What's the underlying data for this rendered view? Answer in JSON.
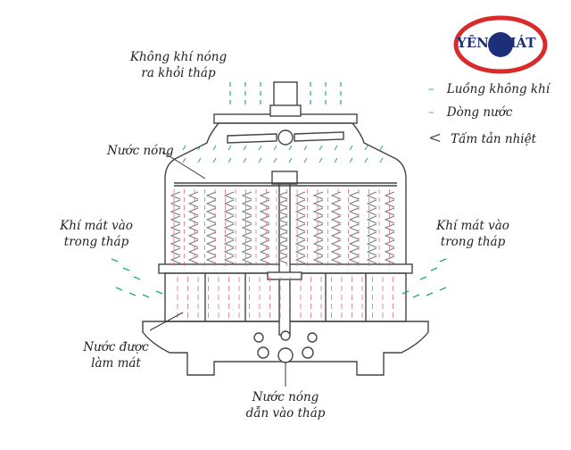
{
  "logo": {
    "text": "YÊN PHÁT",
    "colors": {
      "ring": "#d92b2b",
      "text": "#1c2f78",
      "center": "#1c2f78"
    }
  },
  "labels": {
    "hot_air_line1": "Không khí nóng",
    "hot_air_line2": "ra khỏi tháp",
    "hot_water": "Nước nóng",
    "cool_air_left_line1": "Khí mát vào",
    "cool_air_left_line2": "trong tháp",
    "cool_air_right_line1": "Khí mát vào",
    "cool_air_right_line2": "trong tháp",
    "cooled_water_line1": "Nước được",
    "cooled_water_line2": "làm mát",
    "hot_water_in_line1": "Nước nóng",
    "hot_water_in_line2": "dẫn vào tháp"
  },
  "legend": [
    {
      "symbol": "–",
      "label": "Luồng không khí",
      "color": "#2aa876",
      "icon": "green-dash-icon"
    },
    {
      "symbol": "–",
      "label": "Dòng nước",
      "color": "#e0707a",
      "icon": "red-dash-icon"
    },
    {
      "symbol": "<",
      "label": "Tấm tản nhiệt",
      "color": "#555555",
      "icon": "chevron-left-icon"
    }
  ],
  "colors": {
    "air": "#2aa876",
    "water": "#e0707a",
    "outline": "#444444",
    "fill_chevron": "#7a7a7a"
  }
}
